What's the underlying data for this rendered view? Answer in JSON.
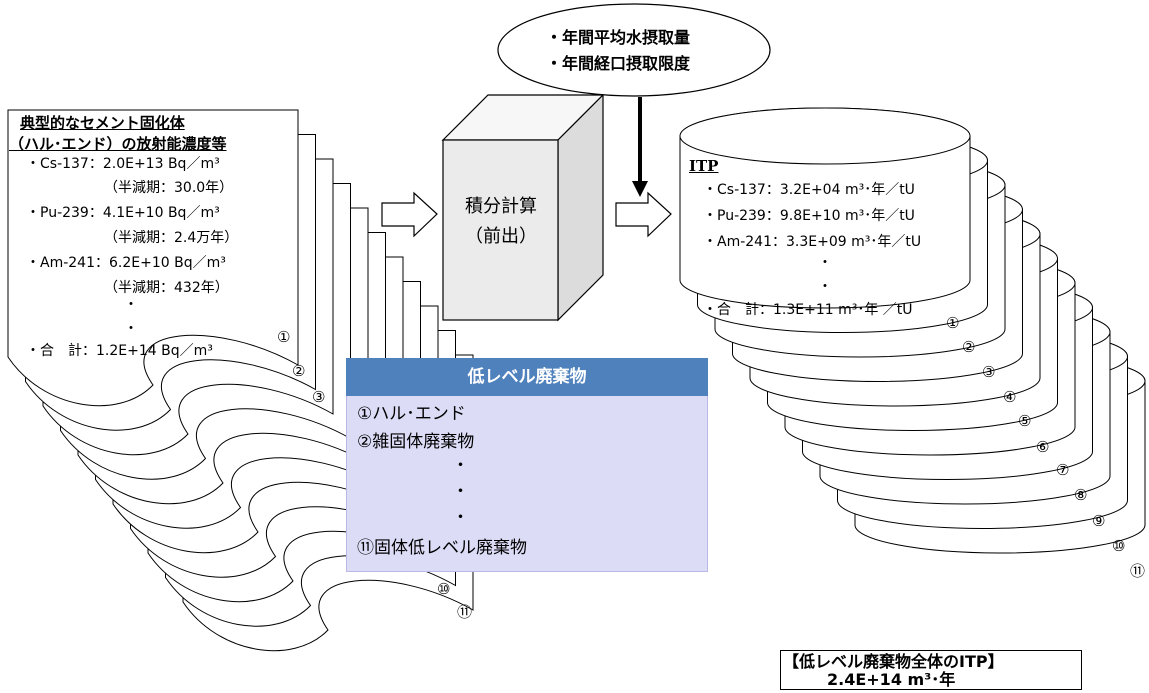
{
  "intake_oval": {
    "line1": "・年間平均水摂取量",
    "line2": "・年間経口摂取限度"
  },
  "cement_doc": {
    "title1": "典型的なセメント固化体",
    "title2": "（ハル･エンド）の放射能濃度等",
    "cs": "・Cs-137：2.0E+13 Bq／m³",
    "cs_half": "（半減期：30.0年）",
    "pu": "・Pu-239：4.1E+10 Bq／m³",
    "pu_half": "（半減期：2.4万年）",
    "am": "・Am-241：6.2E+10 Bq／m³",
    "am_half": "（半減期：432年）",
    "dot": "・",
    "total": "・合　計：1.2E+14 Bq／m³"
  },
  "calc_box": {
    "line1": "積分計算",
    "line2": "（前出）"
  },
  "itp_cylinder": {
    "title": "ITP",
    "cs": "・Cs-137：3.2E+04 m³･年／tU",
    "pu": "・Pu-239：9.8E+10 m³･年／tU",
    "am": "・Am-241：3.3E+09 m³･年／tU",
    "dot": "・",
    "total": "・合　計：1.3E+11 m³･年 ／tU"
  },
  "numbers": [
    "①",
    "②",
    "③",
    "④",
    "⑤",
    "⑥",
    "⑦",
    "⑧",
    "⑨",
    "⑩",
    "⑪"
  ],
  "low_level_waste": {
    "header": "低レベル廃棄物",
    "item1": "①ハル･エンド",
    "item2": "②雑固体廃棄物",
    "dot": "・",
    "item11": "⑪固体低レベル廃棄物"
  },
  "total_itp": {
    "line1": "【低レベル廃棄物全体のITP】",
    "line2": "2.4E+14 m³･年"
  }
}
